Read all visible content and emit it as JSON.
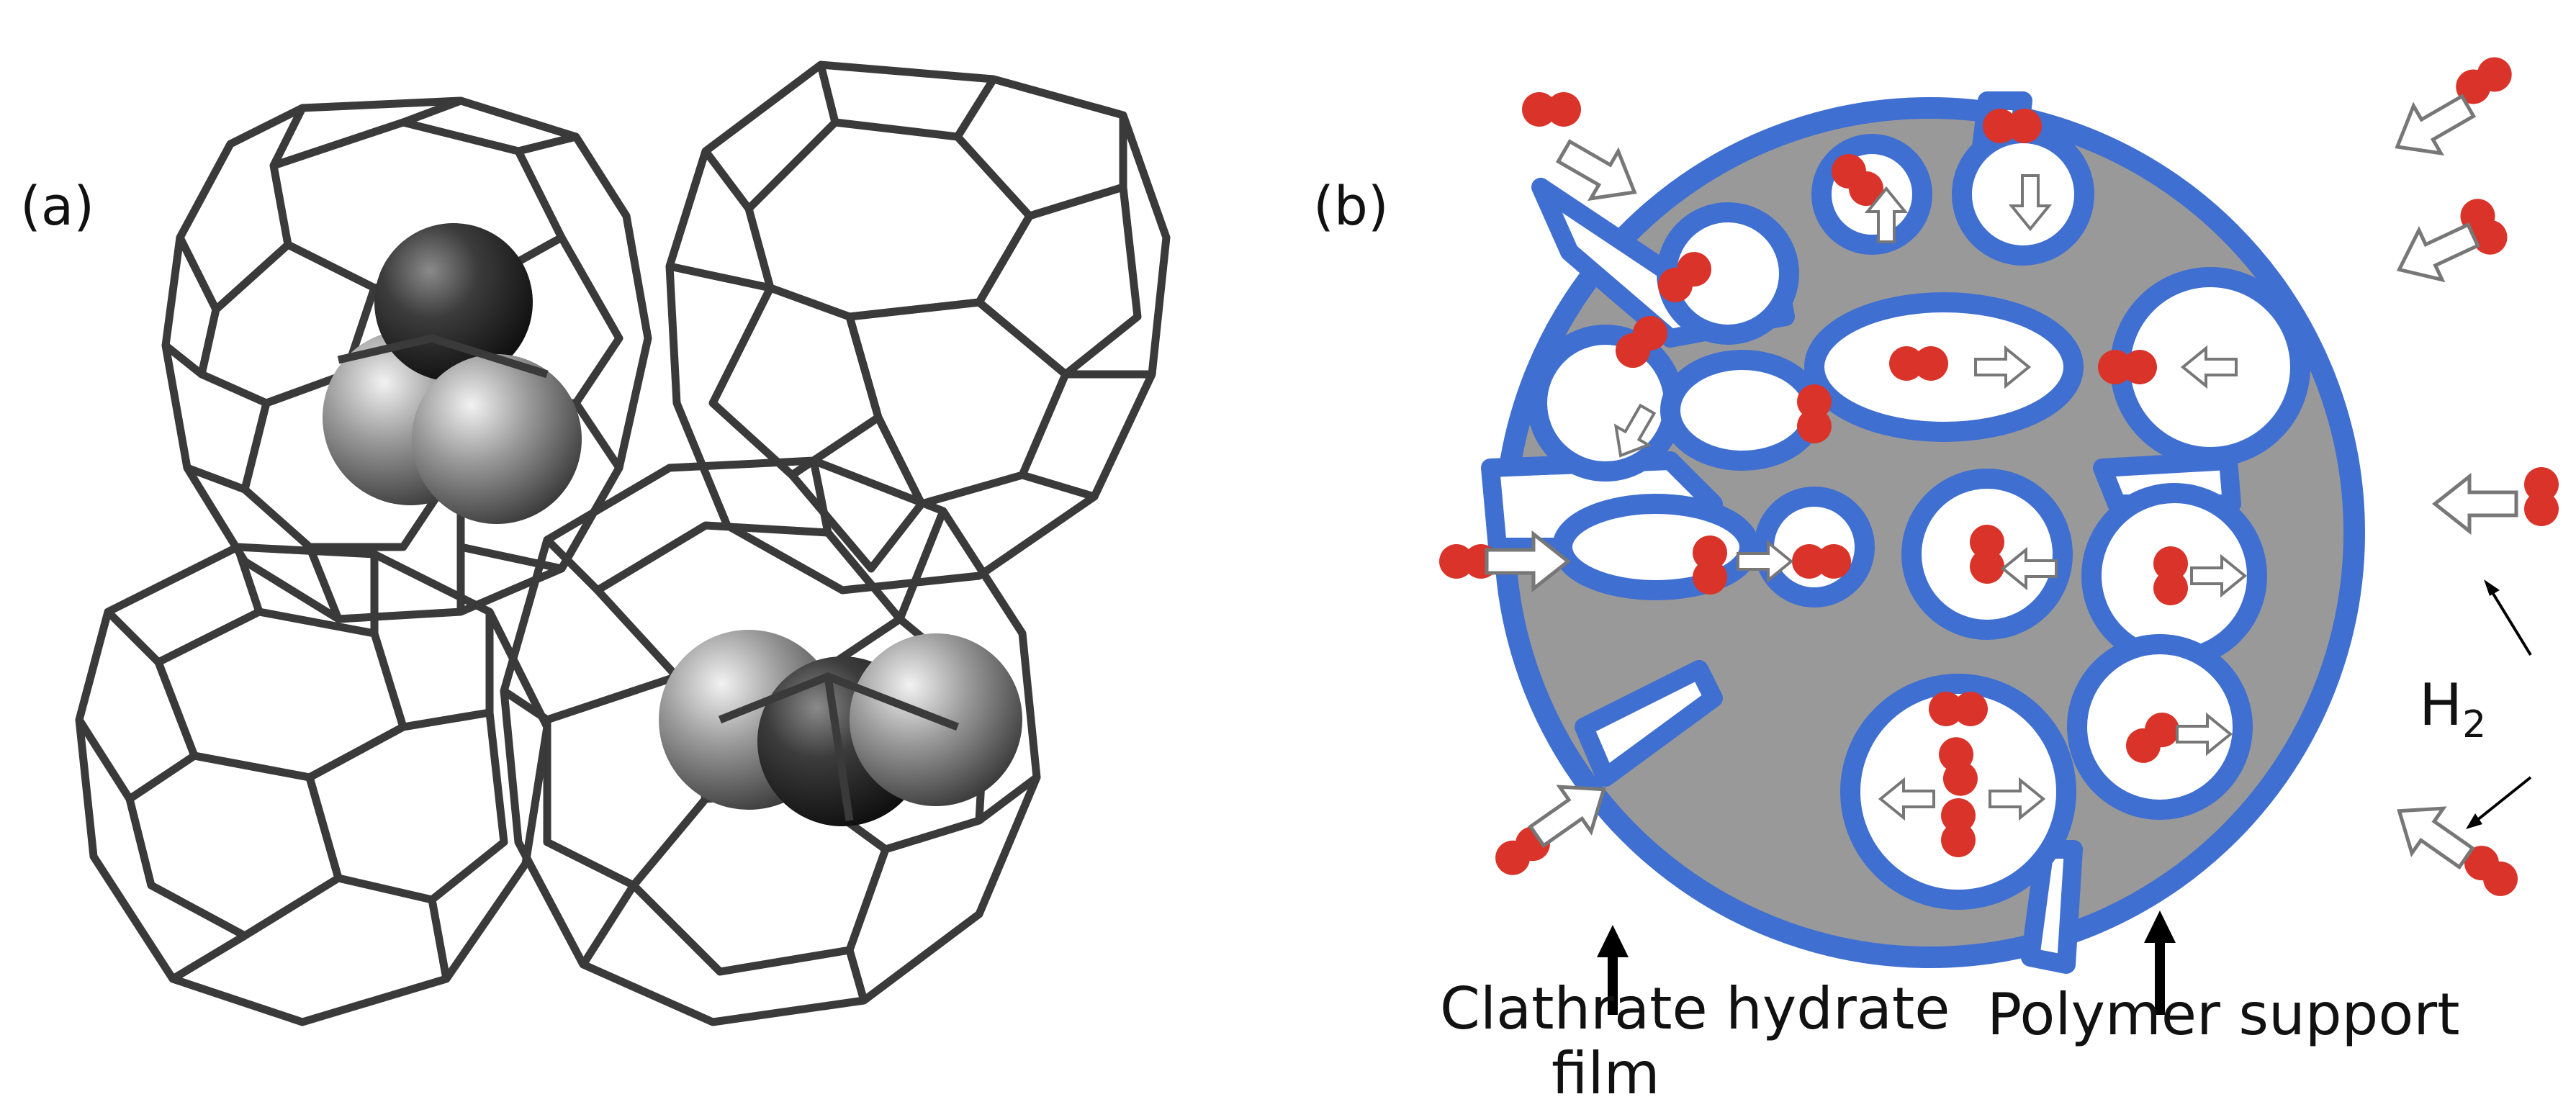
{
  "panels": {
    "a": {
      "label": "(a)"
    },
    "b": {
      "label": "(b)"
    }
  },
  "annotations": {
    "film": {
      "line1": "Clathrate hydrate",
      "line2": "film"
    },
    "support": "Polymer support",
    "gas": {
      "base": "H",
      "sub": "2"
    }
  },
  "colors": {
    "film_blue": "#3f6fd1",
    "support_gray": "#999999",
    "molecule_red": "#d9332a",
    "cage_stroke": "#3a3a3a"
  }
}
